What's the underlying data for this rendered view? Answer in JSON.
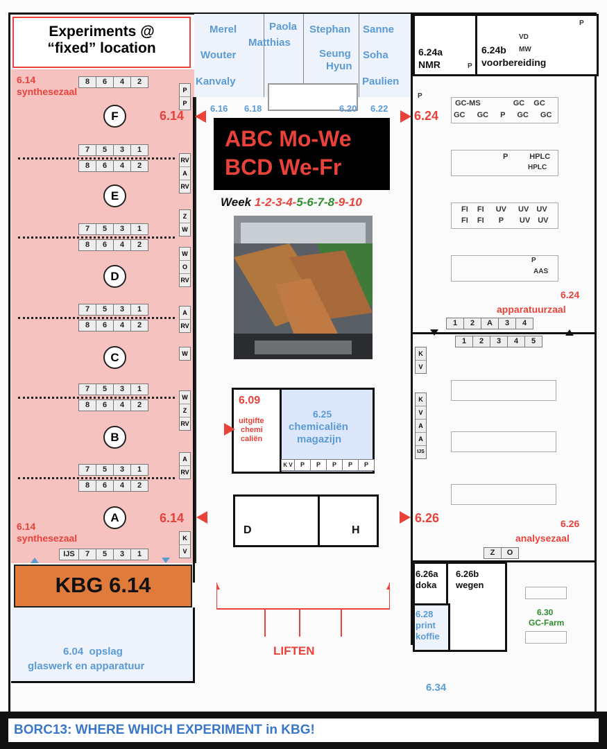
{
  "legend_box": {
    "line1": "Experiments @",
    "line2": "“fixed” location"
  },
  "names": [
    "Merel",
    "Paola",
    "Stephan",
    "Sanne",
    "Wouter",
    "Matthias",
    "Seung",
    "Soha",
    "Hyun",
    "Kanvaly",
    "Paulien"
  ],
  "room_numbers_corridor": [
    "6.16",
    "6.18",
    "6.20",
    "6.22"
  ],
  "synthesezaal": {
    "number": "6.14",
    "label": "synthesezaal"
  },
  "zones": [
    "F",
    "E",
    "D",
    "C",
    "B",
    "A"
  ],
  "bench_top": [
    "8",
    "6",
    "4",
    "2"
  ],
  "bench_bottom": [
    "7",
    "5",
    "3",
    "1"
  ],
  "bench_ijs": [
    "IJS",
    "7",
    "5",
    "3",
    "1"
  ],
  "side_letters_top": [
    "P",
    "P"
  ],
  "side_col_1": [
    "RV",
    "A",
    "RV"
  ],
  "side_col_2": [
    "Z",
    "W"
  ],
  "side_col_3": [
    "W",
    "O",
    "RV"
  ],
  "side_col_4": [
    "A",
    "RV"
  ],
  "side_col_5": [
    "W"
  ],
  "side_col_6": [
    "W",
    "Z",
    "RV"
  ],
  "side_col_7": [
    "A",
    "RV"
  ],
  "side_col_8": [
    "K",
    "V"
  ],
  "arrow_labels": {
    "left_top": "6.14",
    "right_top": "6.24",
    "left_bottom": "6.14",
    "right_bottom": "6.26"
  },
  "schedule": {
    "line1": "ABC Mo-We",
    "line2": "BCD We-Fr"
  },
  "week": {
    "label": "Week",
    "w1": "1-2-3-4-",
    "w2": "5-6-7-8",
    "w3": "-9-10"
  },
  "room_609": {
    "number": "6.09",
    "line1": "uitgifte",
    "line2": "chemi",
    "line3": "caliën"
  },
  "room_625": {
    "number": "6.25",
    "line1": "chemicaliën",
    "line2": "magazijn",
    "row": [
      "K V",
      "P",
      "P",
      "P",
      "P",
      "P"
    ]
  },
  "toilets": {
    "d": "D",
    "h": "H"
  },
  "kbg": {
    "label": "KBG 6.14"
  },
  "opslag": {
    "line1": "6.04  opslag",
    "line2": "glaswerk en apparatuur"
  },
  "liften": "LIFTEN",
  "room_624a": {
    "number": "6.24a",
    "label": "NMR",
    "p": "P"
  },
  "room_624b": {
    "number": "6.24b",
    "label": "voorbereiding",
    "vd": "VD",
    "mw": "MW",
    "p": "P"
  },
  "apparatuurzaal": {
    "number": "6.24",
    "label": "apparatuurzaal"
  },
  "equipment": {
    "row1a": [
      "GC-MS",
      "GC",
      "GC"
    ],
    "row1b": [
      "GC",
      "GC",
      "P",
      "GC",
      "GC"
    ],
    "row2": [
      "P",
      "HPLC",
      "HPLC"
    ],
    "row3a": [
      "FI",
      "FI",
      "UV",
      "UV",
      "UV"
    ],
    "row3b": [
      "FI",
      "FI",
      "P",
      "UV",
      "UV"
    ],
    "row4": [
      "P",
      "AAS"
    ],
    "p_right": "P"
  },
  "bench_apparatuur_1": [
    "1",
    "2",
    "A",
    "3",
    "4"
  ],
  "bench_apparatuur_2": [
    "1",
    "2",
    "3",
    "4",
    "5"
  ],
  "analysezaal": {
    "number": "6.26",
    "label": "analysezaal",
    "kv": [
      "K",
      "V"
    ],
    "side": [
      "K",
      "V",
      "A",
      "A",
      "IJS"
    ],
    "zo": [
      "Z",
      "O"
    ]
  },
  "room_626a": {
    "number": "6.26a",
    "label": "doka"
  },
  "room_626b": {
    "number": "6.26b",
    "label": "wegen"
  },
  "room_628": {
    "number": "6.28",
    "line1": "print",
    "line2": "koffie"
  },
  "room_630": {
    "number": "6.30",
    "label": "GC-Farm"
  },
  "room_634": {
    "number": "6.34"
  },
  "banner": "BORC13: WHERE WHICH EXPERIMENT in KBG!",
  "colors": {
    "red": "#e8423a",
    "blue": "#5b9bd5",
    "pink": "#f5c2c0",
    "orange": "#e07b3c",
    "green": "#2e8b2e"
  }
}
